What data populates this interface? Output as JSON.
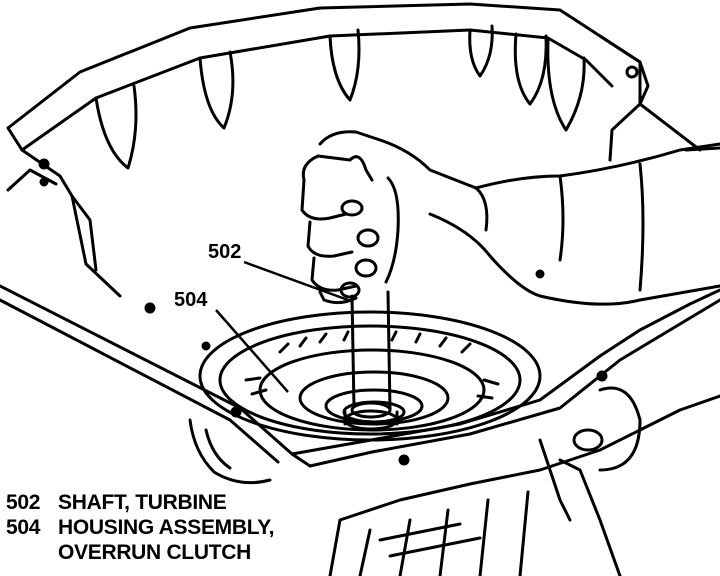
{
  "callouts": {
    "shaft": "502",
    "housing": "504"
  },
  "legend": [
    {
      "num": "502",
      "lines": [
        "SHAFT, TURBINE"
      ]
    },
    {
      "num": "504",
      "lines": [
        "HOUSING ASSEMBLY,",
        "OVERRUN CLUTCH"
      ]
    }
  ]
}
